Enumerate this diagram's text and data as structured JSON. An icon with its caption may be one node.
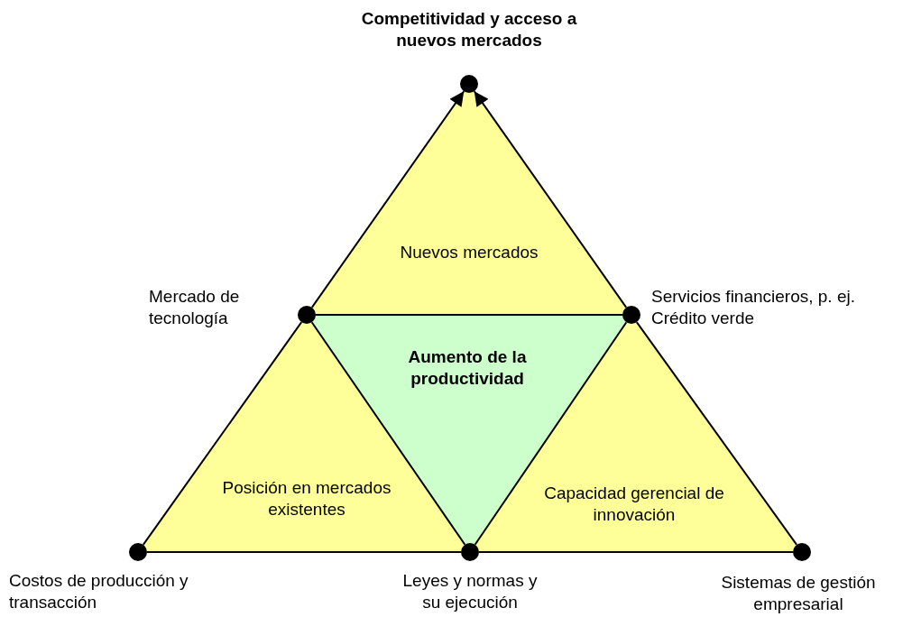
{
  "diagram": {
    "nodes": [
      {
        "text": [
          "Nuevos mercados"
        ]
      },
      {
        "text": [
          "Aumento de la productividad"
        ]
      },
      {
        "text": [
          "Posición en mercados existentes"
        ]
      },
      {
        "text": [
          "Capacidad gerencial de innovación"
        ]
      },
      {
        "text": [],
        "shape": "circle",
        "beside": [
          "Competitividad y acceso a nuevos mercados"
        ]
      },
      {
        "text": [],
        "shape": "circle"
      },
      {
        "text": [],
        "shape": "circle"
      },
      {
        "text": [],
        "shape": "circle",
        "beside": [
          "Costos de producción y transacción"
        ]
      },
      {
        "text": [],
        "shape": "circle",
        "beside": [
          "Leyes y normas y su ejecución"
        ]
      },
      {
        "text": [],
        "shape": "circle",
        "beside": [
          "Sistemas de gestión empresarial"
        ]
      }
    ],
    "edges": [
      {
        "from": 7,
        "to": 5,
        "arrow": "none"
      },
      {
        "from": 5,
        "to": 4,
        "arrow": "to"
      },
      {
        "from": 6,
        "to": 4,
        "arrow": "to"
      },
      {
        "from": 6,
        "to": 9,
        "arrow": "none"
      },
      {
        "from": 7,
        "to": 8,
        "arrow": "none"
      },
      {
        "from": 8,
        "to": 9,
        "arrow": "none"
      },
      {
        "from": 5,
        "to": 6,
        "arrow": "none"
      },
      {
        "from": 5,
        "to": 8,
        "arrow": "none"
      },
      {
        "from": 6,
        "to": 8,
        "arrow": "none"
      }
    ],
    "labels": [
      "Mercado de tecnología",
      "Servicios financieros, p. ej. Crédito verde"
    ]
  }
}
